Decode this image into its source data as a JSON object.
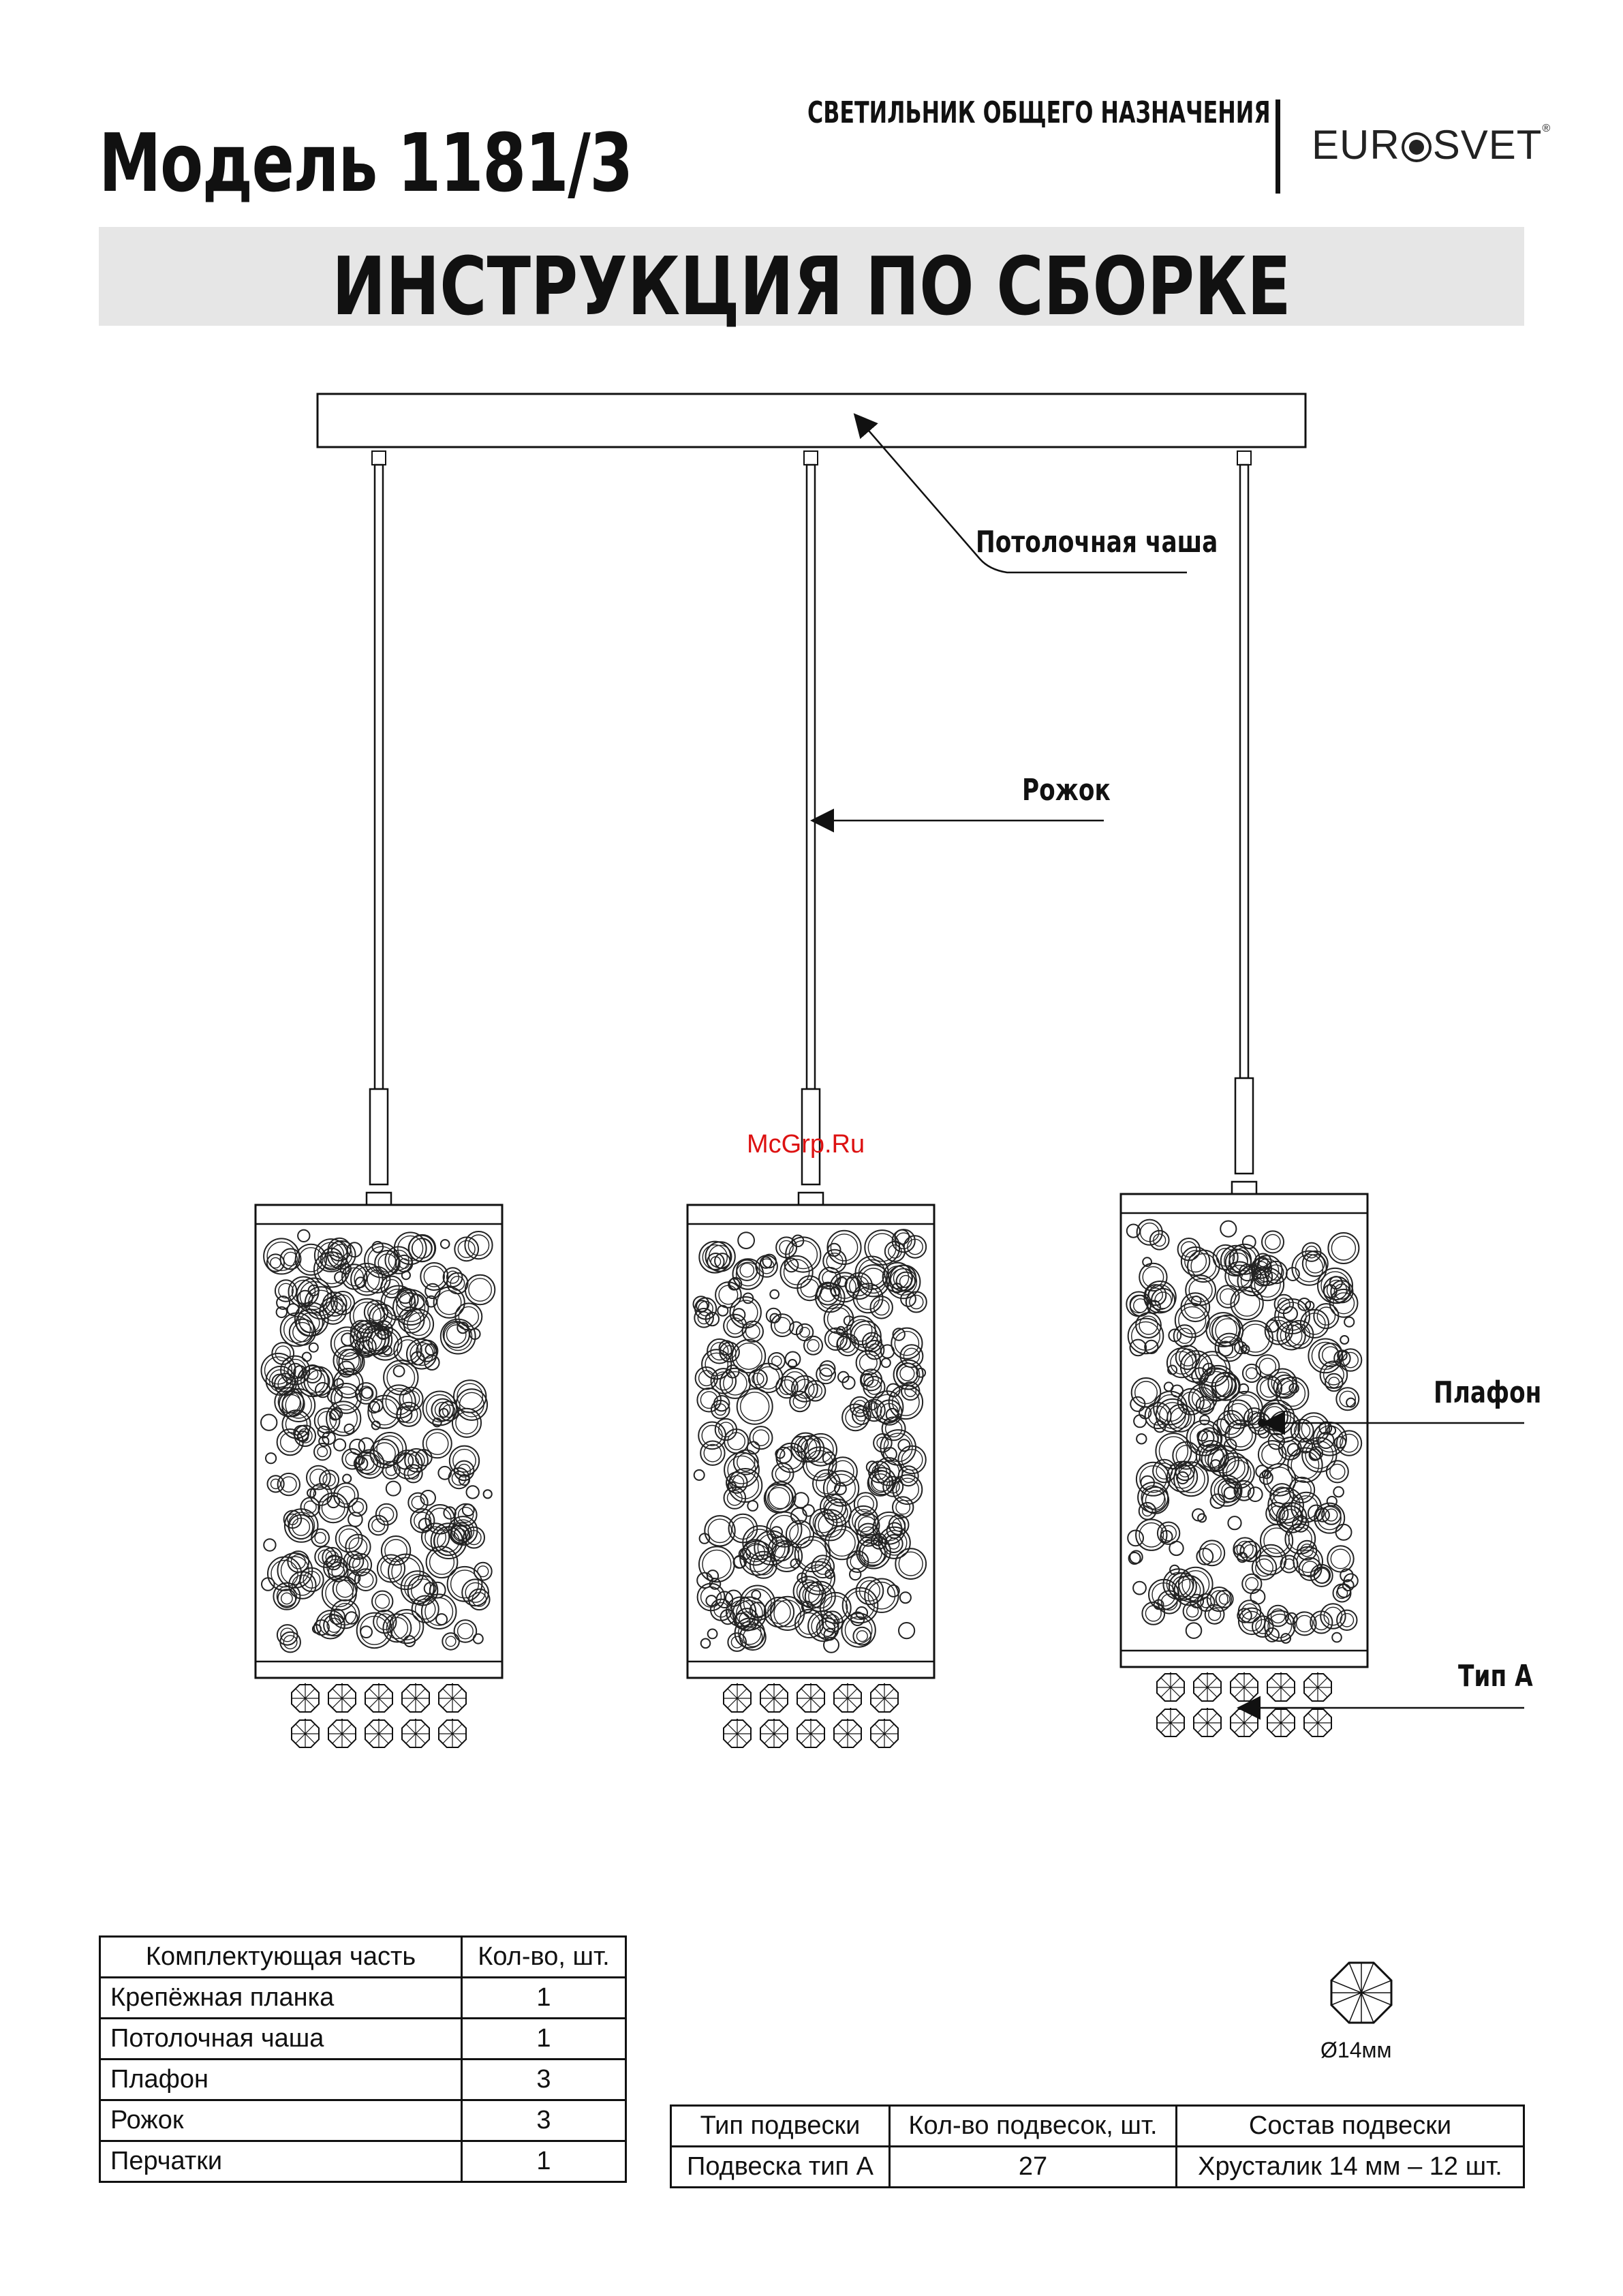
{
  "header": {
    "model": "Модель 1181/3",
    "product_type": "СВЕТИЛЬНИК ОБЩЕГО НАЗНАЧЕНИЯ",
    "brand_left": "EUR",
    "brand_right": "SVET",
    "brand_mark": "®"
  },
  "title": "ИНСТРУКЦИЯ ПО СБОРКЕ",
  "diagram": {
    "labels": {
      "ceiling_cup": "Потолочная чаша",
      "rod": "Рожок",
      "shade": "Плафон",
      "type_a": "Тип А"
    }
  },
  "watermark": "McGrp.Ru",
  "parts_table": {
    "headers": [
      "Комплектующая часть",
      "Кол-во, шт."
    ],
    "rows": [
      [
        "Крепёжная планка",
        "1"
      ],
      [
        "Потолочная чаша",
        "1"
      ],
      [
        "Плафон",
        "3"
      ],
      [
        "Рожок",
        "3"
      ],
      [
        "Перчатки",
        "1"
      ]
    ]
  },
  "crystal": {
    "icon": "octagon-crystal-icon",
    "size": "Ø14мм"
  },
  "pendant_table": {
    "headers": [
      "Тип подвески",
      "Кол-во подвесок, шт.",
      "Состав подвески"
    ],
    "rows": [
      [
        "Подвеска тип А",
        "27",
        "Хрусталик 14 мм – 12 шт."
      ]
    ]
  }
}
